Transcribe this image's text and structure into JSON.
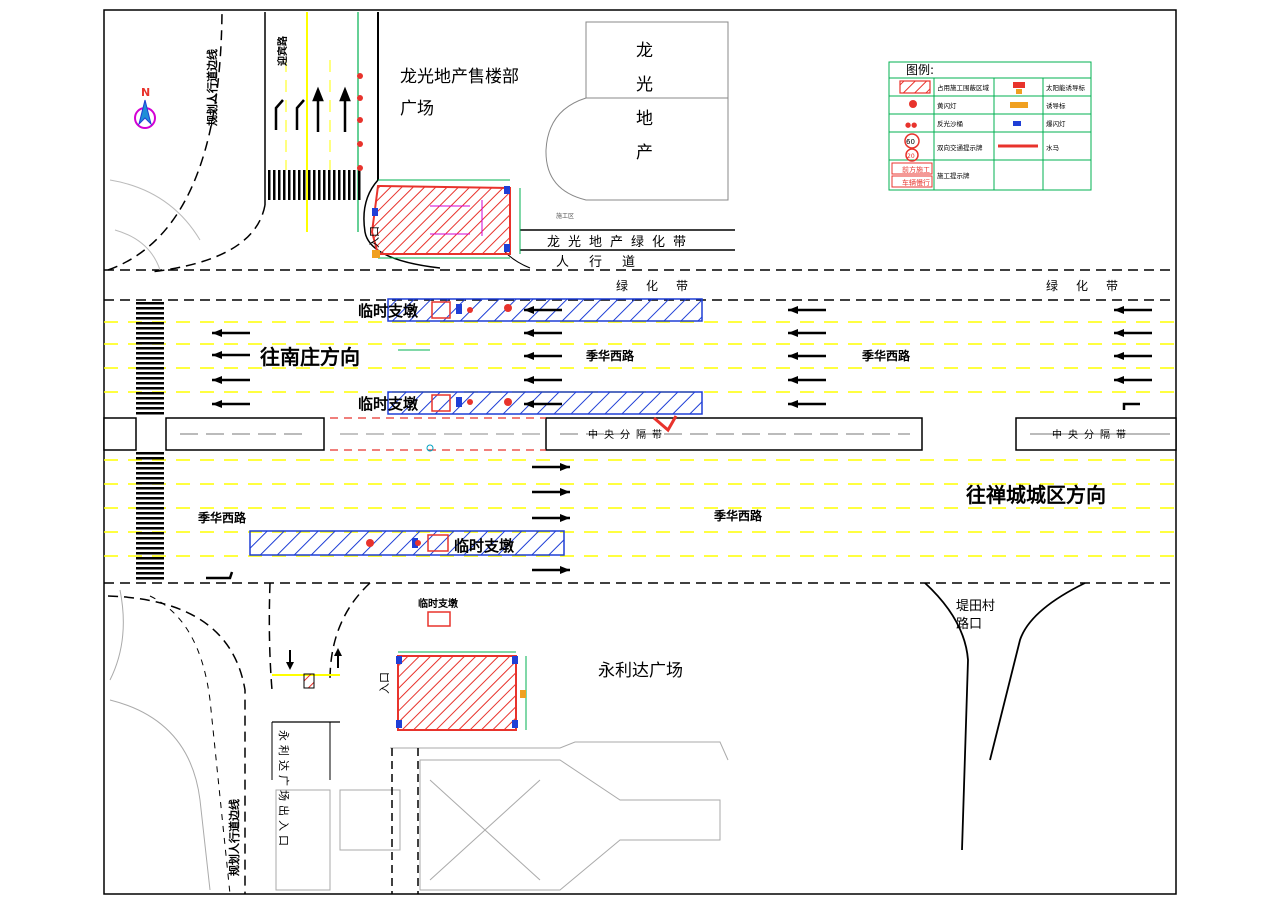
{
  "labels": {
    "north_letter": "N",
    "street_guanghe": "迎宾路",
    "planned_edge_top": "规划人行道边线",
    "planned_edge_bottom": "规划人行道边线",
    "longguang_plaza_line1": "龙光地产售楼部",
    "longguang_plaza_line2": "广场",
    "longguang_bldg_chars": [
      "龙",
      "光",
      "地",
      "产"
    ],
    "longguang_greenbelt": "龙光地产绿化带",
    "sidewalk": "人行道",
    "greenbelt_1": "绿化带",
    "greenbelt_2": "绿化带",
    "temp_pier_1": "临时支墩",
    "temp_pier_2": "临时支墩",
    "temp_pier_3": "临时支墩",
    "temp_pier_4": "临时支墩",
    "to_nanzhuang": "往南庄方向",
    "to_chancheng": "往禅城城区方向",
    "jihua_road_1": "季华西路",
    "jihua_road_2": "季华西路",
    "jihua_road_3": "季华西路",
    "jihua_road_4": "季华西路",
    "median_1": "中央分隔带",
    "median_2": "中央分隔带",
    "yonglida_plaza": "永利达广场",
    "yonglida_gate": "永利达广场出入口",
    "entrance_top": "入口",
    "entrance_bottom": "入口",
    "ditian_line1": "堤田村",
    "ditian_line2": "路口",
    "small_tag": "施工区"
  },
  "legend": {
    "title": "图例:",
    "items": [
      {
        "symbol": "hatch",
        "label": "占用施工围蔽区域"
      },
      {
        "symbol": "solar-sign",
        "label": "太阳能诱导标"
      },
      {
        "symbol": "yellow-flash",
        "label": "黄闪灯"
      },
      {
        "symbol": "arrow-sign",
        "label": "诱导标"
      },
      {
        "symbol": "sand-bucket",
        "label": "反光沙桶"
      },
      {
        "symbol": "strobe",
        "label": "爆闪灯"
      },
      {
        "symbol": "speed-sign",
        "label": "双向交通提示牌"
      },
      {
        "symbol": "water-barrier",
        "label": "水马"
      },
      {
        "symbol": "work-sign",
        "label": "施工提示牌"
      }
    ],
    "speed_text_1": "60",
    "speed_text_2": "20",
    "work_sign_1": "前方施工",
    "work_sign_2": "车辆慢行"
  },
  "colors": {
    "road_line": "#000000",
    "lane_yellow": "#ffff00",
    "hatch_red": "#e8332c",
    "hatch_blue": "#1f3fd6",
    "green": "#00b050",
    "magenta": "#d400d4"
  }
}
